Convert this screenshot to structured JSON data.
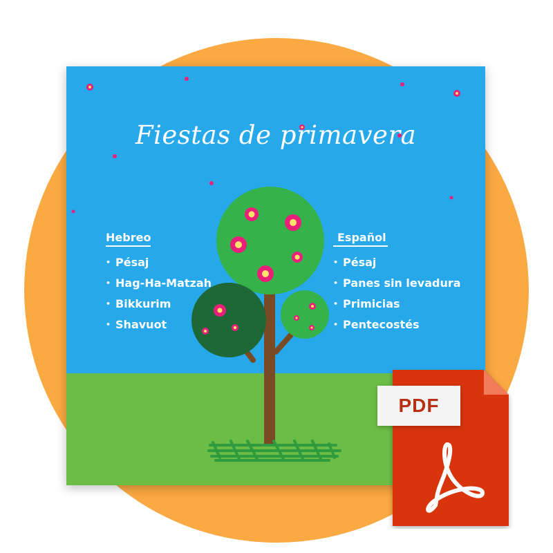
{
  "card": {
    "title": "Fiestas de primavera",
    "left_column": {
      "heading": "Hebreo",
      "items": [
        "Pésaj",
        "Hag-Ha-Matzah",
        "Bikkurim",
        "Shavuot"
      ]
    },
    "right_column": {
      "heading": "Español",
      "items": [
        "Pésaj",
        "Panes sin levadura",
        "Primicias",
        "Pentecostés"
      ]
    }
  },
  "badge": {
    "label": "PDF",
    "icon": "adobe-acrobat-icon"
  },
  "colors": {
    "sky": "#27a8ea",
    "grass": "#6bbd45",
    "background_circle": "#fba942",
    "pdf_red": "#d8350d",
    "flower_pink": "#e8207a"
  }
}
